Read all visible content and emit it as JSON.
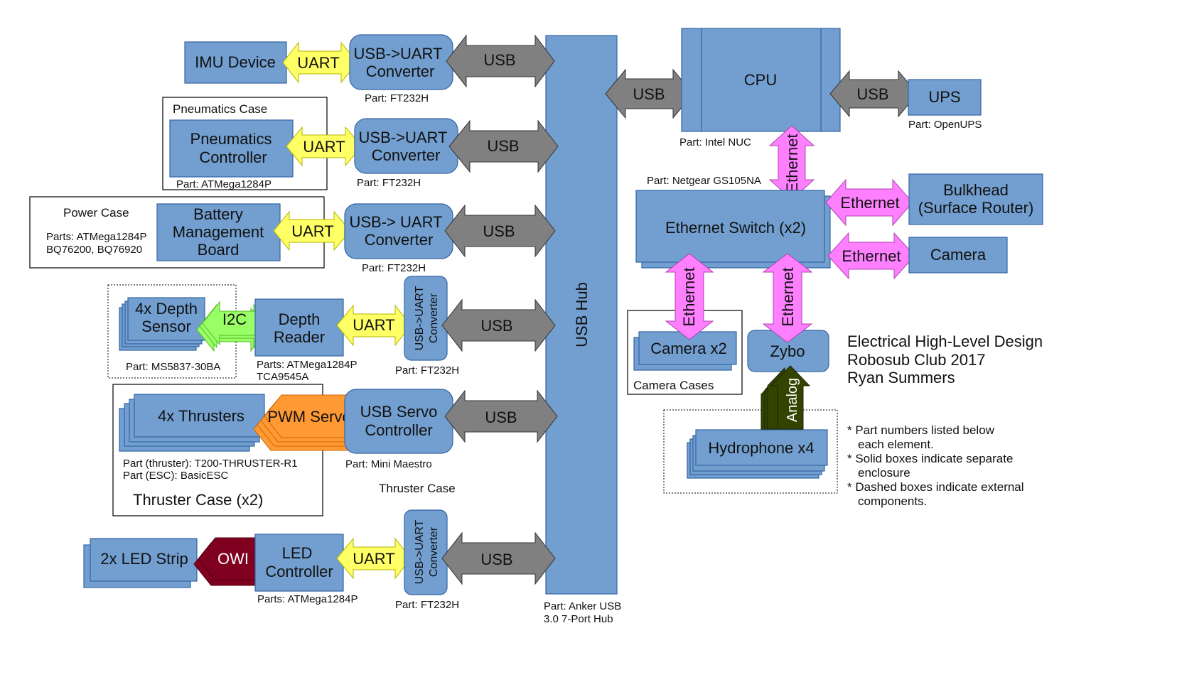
{
  "title": {
    "line1": "Electrical High-Level Design",
    "line2": "Robosub Club 2017",
    "line3": "Ryan Summers"
  },
  "notes": {
    "line1": "* Part numbers listed below",
    "line2": "each element.",
    "line3": "* Solid boxes indicate separate",
    "line4": "enclosure",
    "line5": "* Dashed boxes indicate external",
    "line6": "components."
  },
  "hub": {
    "label": "USB Hub",
    "part1": "Part: Anker USB",
    "part2": "3.0 7-Port Hub"
  },
  "cpu": {
    "label": "CPU",
    "part": "Part: Intel NUC"
  },
  "ups": {
    "label": "UPS",
    "part": "Part: OpenUPS"
  },
  "switch": {
    "label": "Ethernet Switch (x2)",
    "part": "Part: Netgear GS105NA"
  },
  "bulkhead": {
    "line1": "Bulkhead",
    "line2": "(Surface Router)"
  },
  "camera": {
    "label": "Camera"
  },
  "camera_cases": {
    "label": "Camera x2",
    "case_label": "Camera Cases"
  },
  "zybo": {
    "label": "Zybo"
  },
  "hydrophone": {
    "label": "Hydrophone x4"
  },
  "imu": {
    "device": "IMU Device",
    "conv1": "USB->UART",
    "conv2": "Converter",
    "part": "Part: FT232H"
  },
  "pneumatics": {
    "case": "Pneumatics Case",
    "line1": "Pneumatics",
    "line2": "Controller",
    "part": "Part: ATMega1284P",
    "conv1": "USB->UART",
    "conv2": "Converter",
    "conv_part": "Part: FT232H"
  },
  "power": {
    "case": "Power Case",
    "parts1": "Parts: ATMega1284P",
    "parts2": "BQ76200, BQ76920",
    "line1": "Battery",
    "line2": "Management",
    "line3": "Board",
    "conv1": "USB-> UART",
    "conv2": "Converter",
    "conv_part": "Part: FT232H"
  },
  "depth": {
    "sensor1": "4x Depth",
    "sensor2": "Sensor",
    "sensor_part": "Part: MS5837-30BA",
    "reader1": "Depth",
    "reader2": "Reader",
    "reader_part1": "Parts: ATMega1284P",
    "reader_part2": "TCA9545A",
    "conv1": "USB->UART",
    "conv2": "Converter",
    "conv_part": "Part: FT232H"
  },
  "thrusters": {
    "label": "4x Thrusters",
    "part1": "Part (thruster): T200-THRUSTER-R1",
    "part2": "Part (ESC): BasicESC",
    "case": "Thruster Case (x2)",
    "servo1": "USB Servo",
    "servo2": "Controller",
    "servo_part": "Part: Mini Maestro",
    "servo_case": "Thruster Case"
  },
  "led": {
    "strip": "2x LED Strip",
    "ctrl1": "LED",
    "ctrl2": "Controller",
    "ctrl_part": "Parts: ATMega1284P",
    "conv1": "USB->UART",
    "conv2": "Converter",
    "conv_part": "Part: FT232H"
  },
  "links": {
    "usb": "USB",
    "uart": "UART",
    "ethernet": "Ethernet",
    "i2c": "I2C",
    "pwm": "PWM Servo",
    "owi": "OWI",
    "analog": "Analog"
  },
  "colors": {
    "block": "#729fcf",
    "usb": "#808080",
    "uart": "#ffff66",
    "ethernet": "#ff80ff",
    "i2c": "#99ff66",
    "pwm": "#ff9933",
    "owi": "#800020",
    "analog": "#334400"
  }
}
